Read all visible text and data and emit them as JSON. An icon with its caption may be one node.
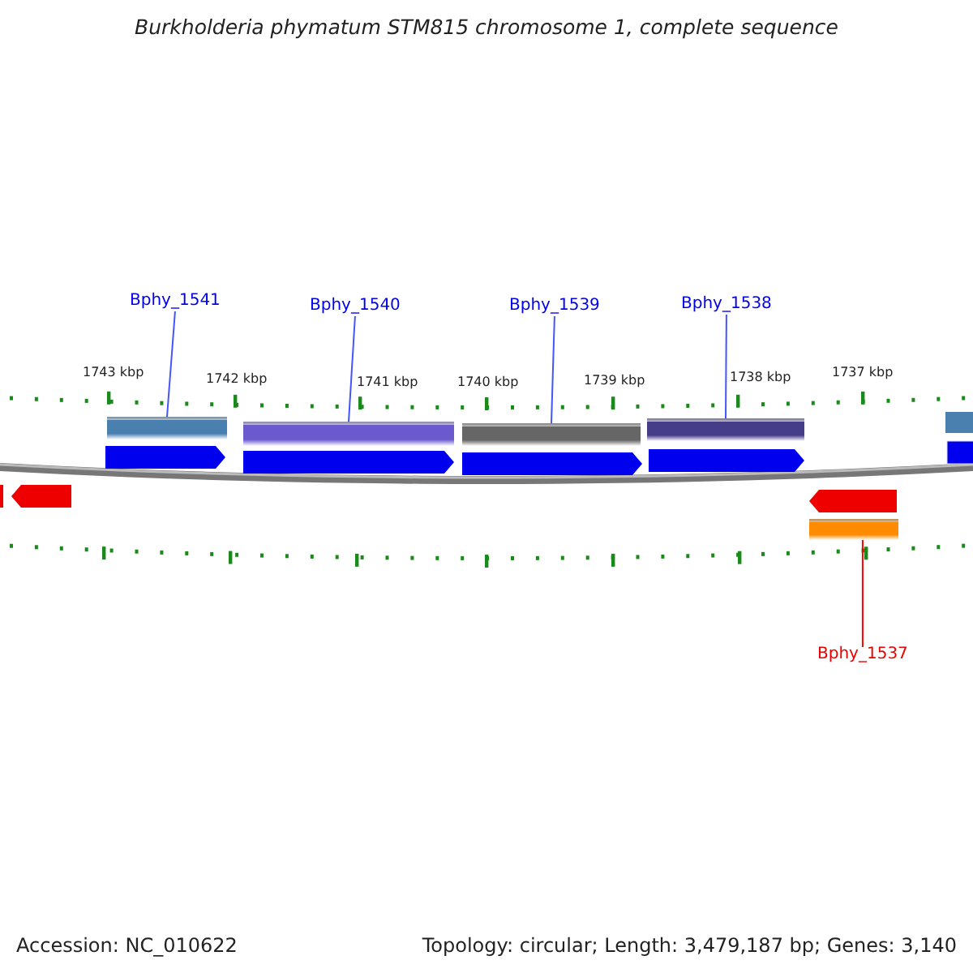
{
  "diagram": {
    "title": "Burkholderia phymatum STM815 chromosome 1, complete sequence",
    "nodes": [
      {
        "text": [
          "Bphy_1541"
        ]
      },
      {
        "text": [
          "Bphy_1540"
        ]
      },
      {
        "text": [
          "Bphy_1539"
        ]
      },
      {
        "text": [
          "Bphy_1538"
        ]
      },
      {
        "text": [
          "Bphy_1537"
        ]
      },
      {
        "text": [],
        "shape": "bar"
      },
      {
        "text": [],
        "shape": "bar"
      },
      {
        "text": [],
        "shape": "bar"
      },
      {
        "text": [],
        "shape": "bar"
      },
      {
        "text": [],
        "shape": "bar"
      },
      {
        "text": [],
        "shape": "arrow"
      },
      {
        "text": [],
        "shape": "arrow"
      },
      {
        "text": [],
        "shape": "arrow"
      },
      {
        "text": [],
        "shape": "arrow"
      },
      {
        "text": [],
        "shape": "arrow"
      }
    ],
    "edges": [
      {
        "from": 0,
        "to": 5,
        "arrow": "none"
      },
      {
        "from": 1,
        "to": 6,
        "arrow": "none"
      },
      {
        "from": 2,
        "to": 7,
        "arrow": "none"
      },
      {
        "from": 3,
        "to": 8,
        "arrow": "none"
      },
      {
        "from": 4,
        "to": 9,
        "arrow": "none",
        "color": "#ff0000"
      }
    ],
    "labels": [
      "1743 kbp",
      "1742 kbp",
      "1741 kbp",
      "1740 kbp",
      "1739 kbp",
      "1738 kbp",
      "1737 kbp",
      "Accession: NC_010622",
      "Topology: circular; Length: 3,479,187 bp; Genes: 3,140"
    ]
  }
}
